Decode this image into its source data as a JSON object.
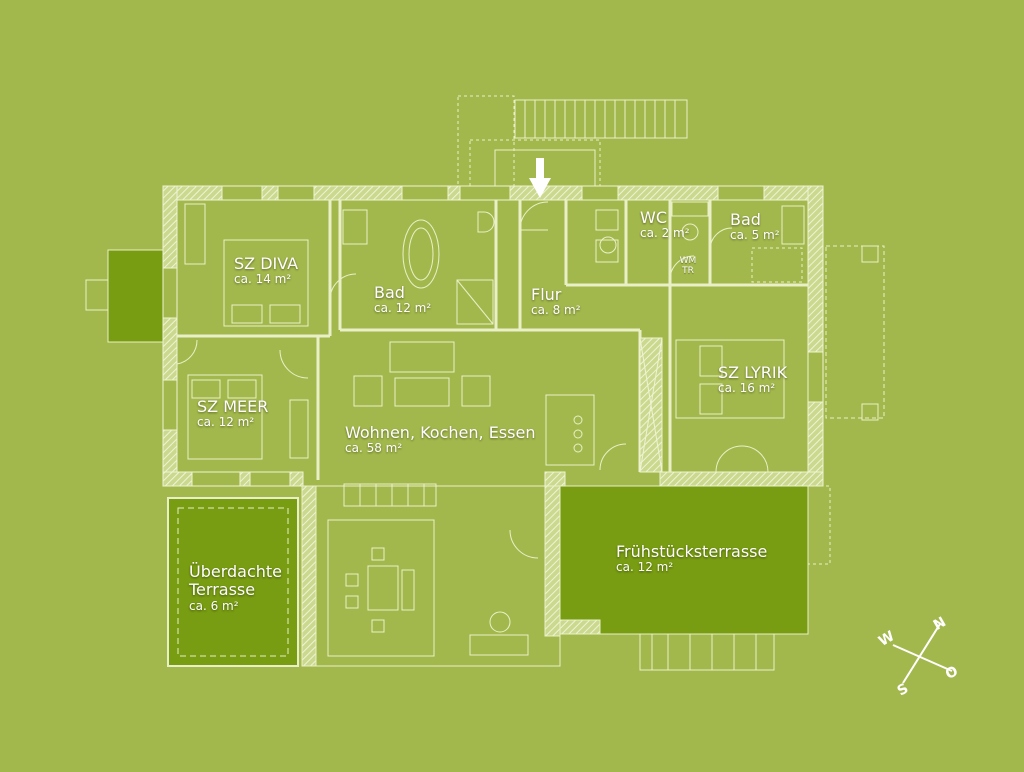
{
  "colors": {
    "background": "#a3b84c",
    "terrace": "#789c12",
    "wall": "#d9e5a6",
    "line": "#e9f0c8"
  },
  "rooms": [
    {
      "id": "sz-diva",
      "name": "SZ DIVA",
      "area": "ca. 14 m²"
    },
    {
      "id": "bad-1",
      "name": "Bad",
      "area": "ca. 12 m²"
    },
    {
      "id": "flur",
      "name": "Flur",
      "area": "ca. 8 m²"
    },
    {
      "id": "wc",
      "name": "WC",
      "area": "ca. 2 m²"
    },
    {
      "id": "bad-2",
      "name": "Bad",
      "area": "ca. 5 m²"
    },
    {
      "id": "sz-meer",
      "name": "SZ MEER",
      "area": "ca. 12 m²"
    },
    {
      "id": "sz-lyrik",
      "name": "SZ LYRIK",
      "area": "ca. 16 m²"
    },
    {
      "id": "wohnen",
      "name": "Wohnen, Kochen, Essen",
      "area": "ca. 58 m²"
    },
    {
      "id": "terrasse",
      "name_line1": "Überdachte",
      "name_line2": "Terrasse",
      "area": "ca. 6 m²"
    },
    {
      "id": "fruehstueck",
      "name": "Frühstücksterrasse",
      "area": "ca. 12 m²"
    }
  ],
  "appliance_labels": {
    "wm": "WM",
    "tr": "TR"
  },
  "compass": {
    "n": "N",
    "o": "O",
    "s": "S",
    "w": "W"
  }
}
